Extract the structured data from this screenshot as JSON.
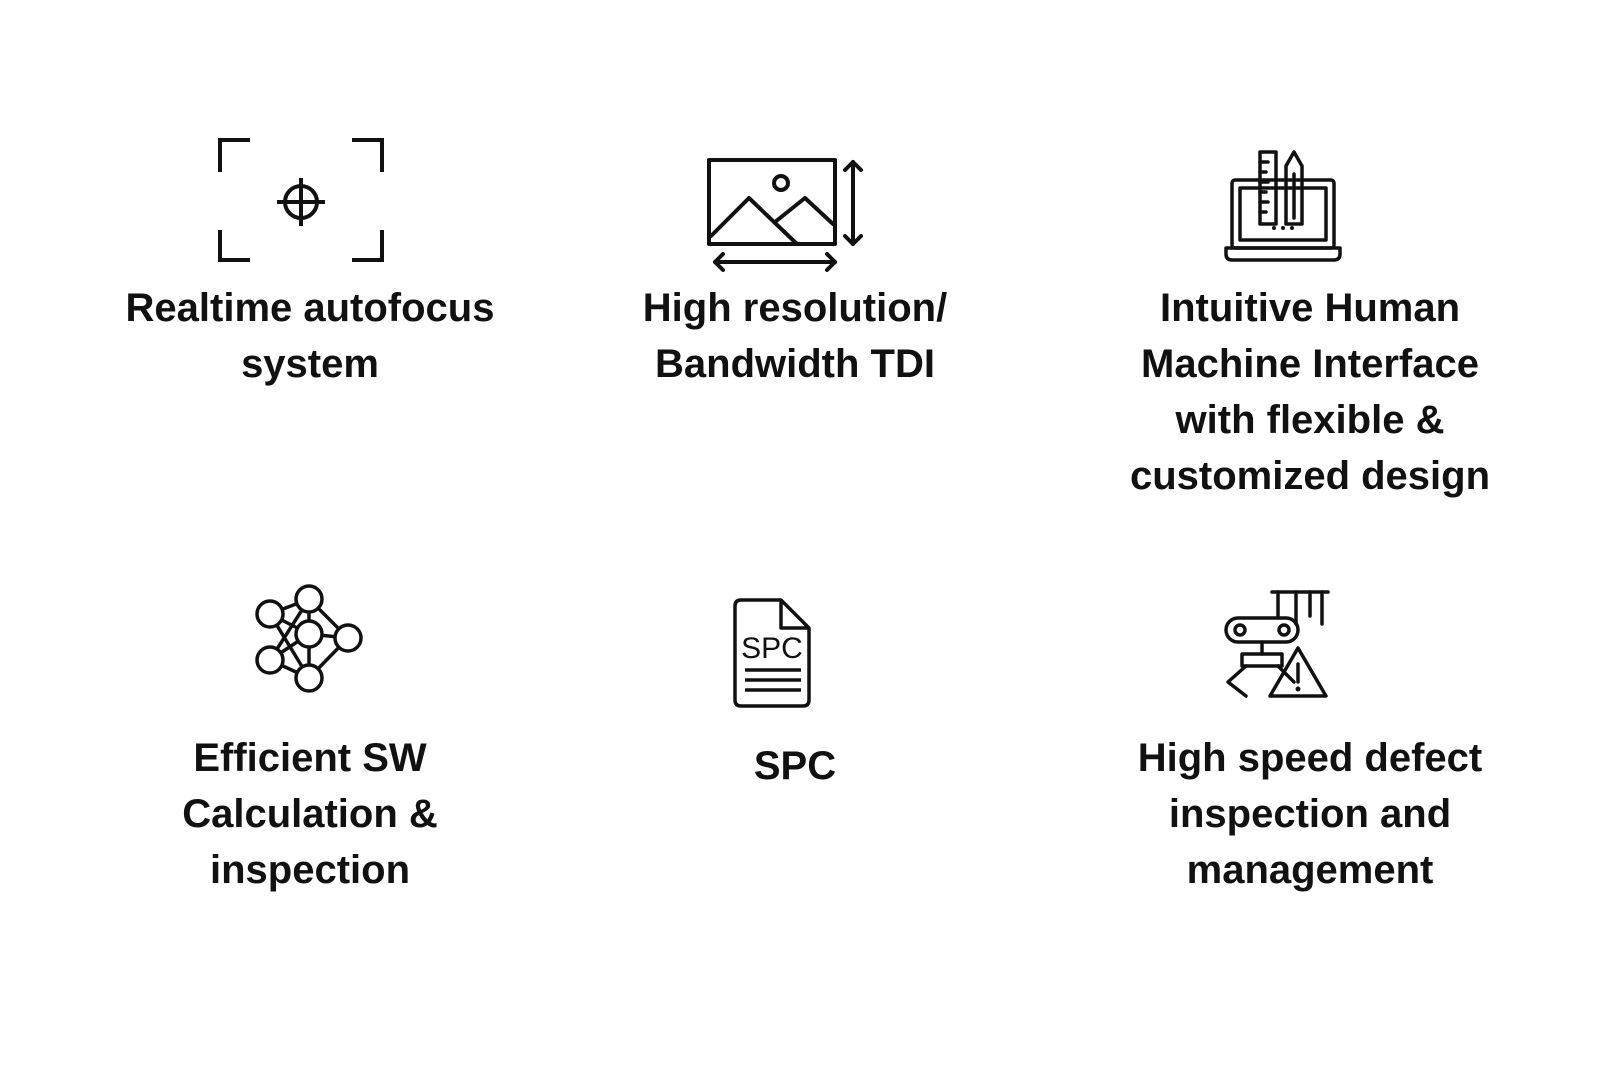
{
  "features": [
    {
      "icon": "autofocus-crosshair-icon",
      "lines": [
        "Realtime autofocus",
        "system"
      ]
    },
    {
      "icon": "image-resolution-icon",
      "lines": [
        "High resolution/",
        "Bandwidth TDI"
      ]
    },
    {
      "icon": "laptop-design-tools-icon",
      "lines": [
        "Intuitive Human",
        "Machine Interface",
        "with flexible &",
        "customized design"
      ]
    },
    {
      "icon": "neural-network-icon",
      "lines": [
        "Efficient SW",
        "Calculation &",
        "inspection"
      ]
    },
    {
      "icon": "spc-document-icon",
      "lines": [
        "SPC"
      ],
      "icon_text": "SPC"
    },
    {
      "icon": "robot-arm-warning-icon",
      "lines": [
        "High speed defect",
        "inspection and",
        "management"
      ]
    }
  ],
  "colors": {
    "text": "#111111",
    "icon_stroke": "#111111",
    "background": "#ffffff"
  }
}
